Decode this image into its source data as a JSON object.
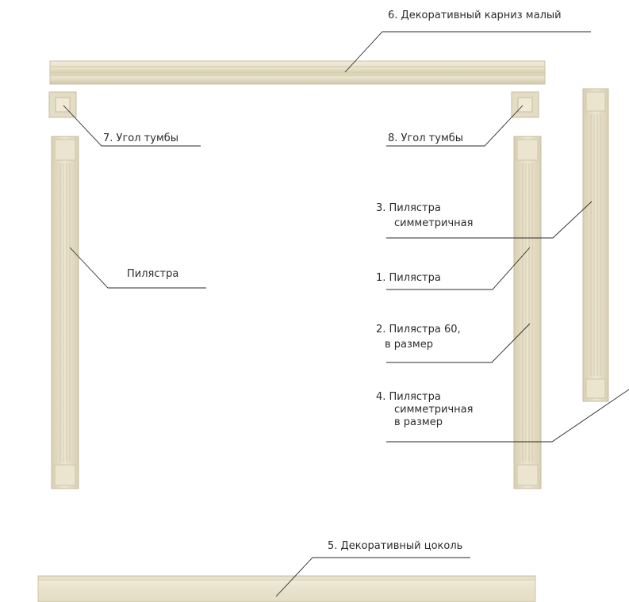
{
  "labels": {
    "cornice_small": "6. Декоративный карниз малый",
    "corner_left": "7. Угол тумбы",
    "corner_right": "8. Угол тумбы",
    "pilaster_left": "Пилястра",
    "pilaster_sym_1": "3. Пилястра",
    "pilaster_sym_2": "симметричная",
    "pilaster_1": "1. Пилястра",
    "pilaster_60_1": "2. Пилястра 60,",
    "pilaster_60_2": "в размер",
    "pilaster_sym_size_1": "4. Пилястра",
    "pilaster_sym_size_2": "симметричная",
    "pilaster_sym_size_3": "в размер",
    "plinth": "5. Декоративный цоколь"
  },
  "colors": {
    "molding_fill": "#e8e2cc",
    "molding_shadow": "#c9c0a3",
    "molding_light": "#f4f0e2",
    "leader_line": "#2b2b2b"
  }
}
